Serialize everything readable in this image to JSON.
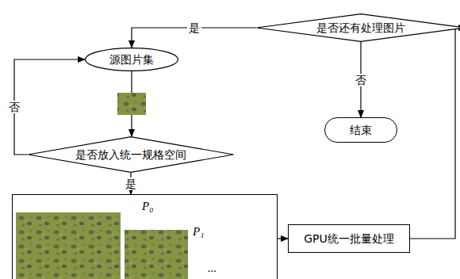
{
  "diagram": {
    "nodes": [
      {
        "text": [
          "是否还有处理图片"
        ]
      },
      {
        "text": [
          "源图片集"
        ]
      },
      {
        "text": [
          "是否放入统一规格空间"
        ]
      },
      {
        "text": [
          "结束"
        ]
      },
      {
        "text": [
          "P₀",
          "P₁",
          "..."
        ]
      },
      {
        "text": [
          "GPU统一批量处理"
        ]
      }
    ],
    "edges": [
      {
        "from": 0,
        "to": 1,
        "label": "是",
        "arrow": "to"
      },
      {
        "from": 0,
        "to": 3,
        "label": "否",
        "arrow": "to"
      },
      {
        "from": 1,
        "to": 2,
        "arrow": "to"
      },
      {
        "from": 2,
        "to": 1,
        "label": "否",
        "arrow": "to"
      },
      {
        "from": 2,
        "to": 4,
        "label": "是",
        "arrow": "to"
      },
      {
        "from": 4,
        "to": 5,
        "arrow": "to"
      },
      {
        "from": 5,
        "to": 0,
        "arrow": "to"
      }
    ]
  }
}
